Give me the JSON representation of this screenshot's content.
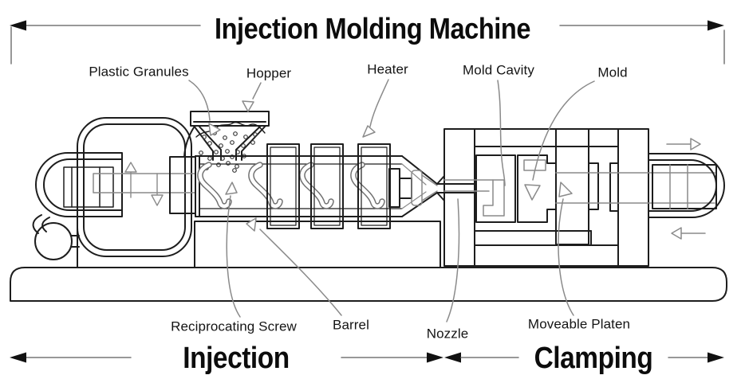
{
  "title": {
    "text": "Injection Molding Machine"
  },
  "machine_labels": {
    "plastic_granules": "Plastic Granules",
    "hopper": "Hopper",
    "heater": "Heater",
    "mold_cavity": "Mold Cavity",
    "mold": "Mold",
    "reciprocating_screw": "Reciprocating Screw",
    "barrel": "Barrel",
    "nozzle": "Nozzle",
    "moveable_platen": "Moveable Platen"
  },
  "sections": {
    "injection": {
      "label": "Injection"
    },
    "clamping": {
      "label": "Clamping"
    }
  },
  "colors": {
    "ink": "#1d1d1d",
    "leader_gray": "#8a8a8a",
    "background": "#ffffff"
  }
}
